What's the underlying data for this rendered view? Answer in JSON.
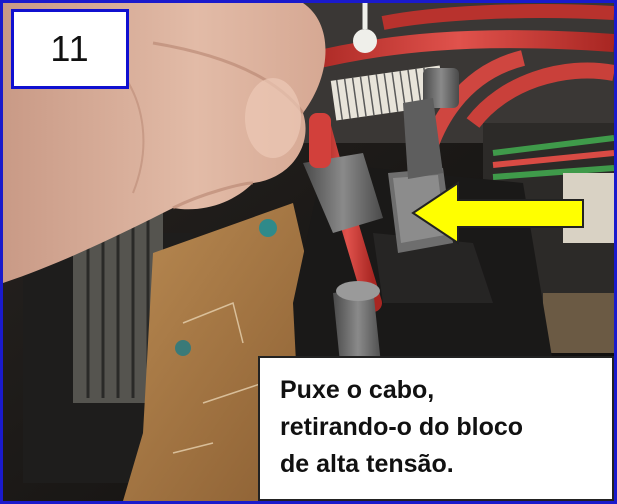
{
  "step": {
    "number": "11"
  },
  "caption": {
    "lines": [
      "Puxe o cabo,",
      "retirando-o do bloco",
      "de alta tensão."
    ]
  },
  "colors": {
    "frame_border": "#1a1acc",
    "arrow_fill": "#ffff00",
    "cable_red": "#d63a36"
  },
  "icons": {
    "arrow": "left-arrow-icon"
  }
}
